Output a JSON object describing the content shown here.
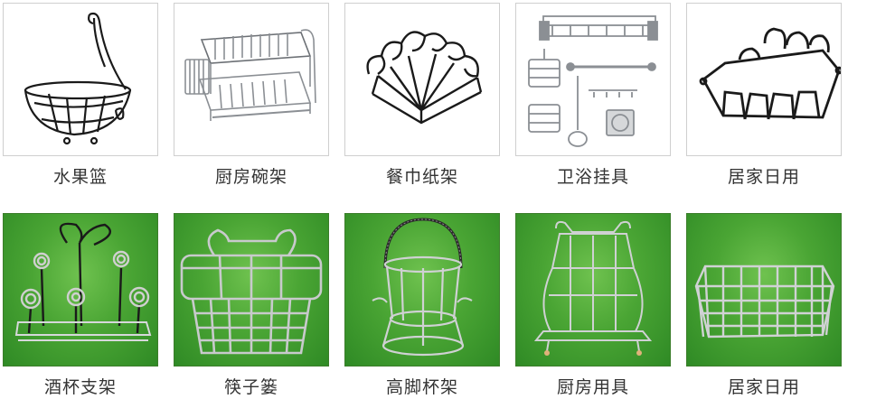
{
  "products": [
    {
      "name": "水果篮",
      "icon": "fruit-basket-icon",
      "background": "white"
    },
    {
      "name": "厨房碗架",
      "icon": "dish-rack-icon",
      "background": "white"
    },
    {
      "name": "餐巾纸架",
      "icon": "napkin-holder-icon",
      "background": "white"
    },
    {
      "name": "卫浴挂具",
      "icon": "bathroom-fittings-icon",
      "background": "white"
    },
    {
      "name": "居家日用",
      "icon": "wire-basket-icon",
      "background": "white"
    },
    {
      "name": "酒杯支架",
      "icon": "wine-glass-holder-icon",
      "background": "green"
    },
    {
      "name": "筷子篓",
      "icon": "chopstick-basket-icon",
      "background": "green"
    },
    {
      "name": "高脚杯架",
      "icon": "goblet-rack-icon",
      "background": "green"
    },
    {
      "name": "厨房用具",
      "icon": "kitchen-rack-icon",
      "background": "green"
    },
    {
      "name": "居家日用",
      "icon": "wire-tray-icon",
      "background": "green"
    }
  ],
  "colors": {
    "caption": "#333333",
    "card_border": "#cfcfcf",
    "green_bg": "#4aa534",
    "wire_dark": "#1a1a1a",
    "wire_steel": "#b9bcc0"
  }
}
